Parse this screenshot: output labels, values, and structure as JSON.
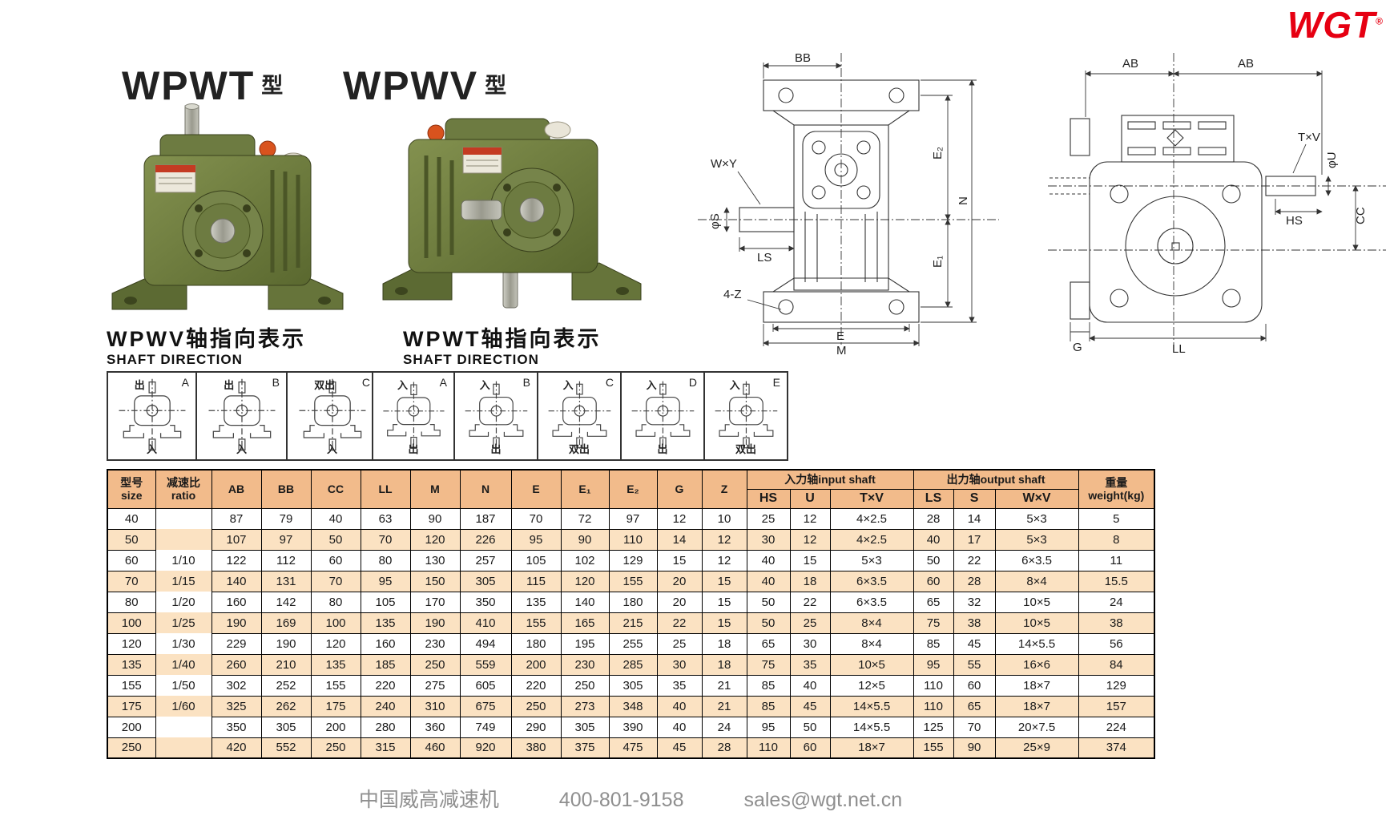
{
  "brand": {
    "logo_text": "WGT",
    "registered_mark": "®"
  },
  "titles": {
    "left_model": "WPWT",
    "left_suffix": "型",
    "right_model": "WPWV",
    "right_suffix": "型"
  },
  "shaft_direction_sections": [
    {
      "title_cn": "WPWV轴指向表示",
      "title_en": "SHAFT DIRECTION",
      "cells": [
        {
          "letter": "A",
          "top": "出",
          "bottom": "入"
        },
        {
          "letter": "B",
          "top": "出",
          "bottom": "入"
        },
        {
          "letter": "C",
          "top": "双出",
          "bottom": "入"
        }
      ]
    },
    {
      "title_cn": "WPWT轴指向表示",
      "title_en": "SHAFT DIRECTION",
      "cells": [
        {
          "letter": "A",
          "top": "入",
          "bottom": "出"
        },
        {
          "letter": "B",
          "top": "入",
          "bottom": "出"
        },
        {
          "letter": "C",
          "top": "入",
          "bottom": "双出"
        },
        {
          "letter": "D",
          "top": "入",
          "bottom": "出"
        },
        {
          "letter": "E",
          "top": "入",
          "bottom": "双出"
        }
      ]
    }
  ],
  "drawings": {
    "labels": {
      "bb": "BB",
      "e2": "E₂",
      "n": "N",
      "e1": "E₁",
      "wxy": "W×Y",
      "phi_s": "φS",
      "ls": "LS",
      "four_z": "4-Z",
      "e": "E",
      "m": "M",
      "ab": "AB",
      "txv": "T×V",
      "phi_u": "φU",
      "hs": "HS",
      "cc": "CC",
      "g": "G",
      "ll": "LL"
    }
  },
  "table": {
    "header": {
      "col_size_cn": "型号",
      "col_size_en": "size",
      "col_ratio_cn": "减速比",
      "col_ratio_en": "ratio",
      "dims": [
        "AB",
        "BB",
        "CC",
        "LL",
        "M",
        "N",
        "E",
        "E₁",
        "E₂",
        "G",
        "Z"
      ],
      "input_shaft_group": "入力轴input shaft",
      "output_shaft_group": "出力轴output shaft",
      "input_cols": [
        "HS",
        "U",
        "T×V"
      ],
      "output_cols": [
        "LS",
        "S",
        "W×V"
      ],
      "weight_cn": "重量",
      "weight_en": "weight(kg)"
    },
    "rows": [
      {
        "size": "40",
        "ratio": "",
        "values": [
          "87",
          "79",
          "40",
          "63",
          "90",
          "187",
          "70",
          "72",
          "97",
          "12",
          "10",
          "25",
          "12",
          "4×2.5",
          "28",
          "14",
          "5×3",
          "5"
        ]
      },
      {
        "size": "50",
        "ratio": "",
        "values": [
          "107",
          "97",
          "50",
          "70",
          "120",
          "226",
          "95",
          "90",
          "110",
          "14",
          "12",
          "30",
          "12",
          "4×2.5",
          "40",
          "17",
          "5×3",
          "8"
        ]
      },
      {
        "size": "60",
        "ratio": "1/10",
        "values": [
          "122",
          "112",
          "60",
          "80",
          "130",
          "257",
          "105",
          "102",
          "129",
          "15",
          "12",
          "40",
          "15",
          "5×3",
          "50",
          "22",
          "6×3.5",
          "11"
        ]
      },
      {
        "size": "70",
        "ratio": "1/15",
        "values": [
          "140",
          "131",
          "70",
          "95",
          "150",
          "305",
          "115",
          "120",
          "155",
          "20",
          "15",
          "40",
          "18",
          "6×3.5",
          "60",
          "28",
          "8×4",
          "15.5"
        ]
      },
      {
        "size": "80",
        "ratio": "1/20",
        "values": [
          "160",
          "142",
          "80",
          "105",
          "170",
          "350",
          "135",
          "140",
          "180",
          "20",
          "15",
          "50",
          "22",
          "6×3.5",
          "65",
          "32",
          "10×5",
          "24"
        ]
      },
      {
        "size": "100",
        "ratio": "1/25",
        "values": [
          "190",
          "169",
          "100",
          "135",
          "190",
          "410",
          "155",
          "165",
          "215",
          "22",
          "15",
          "50",
          "25",
          "8×4",
          "75",
          "38",
          "10×5",
          "38"
        ]
      },
      {
        "size": "120",
        "ratio": "1/30",
        "values": [
          "229",
          "190",
          "120",
          "160",
          "230",
          "494",
          "180",
          "195",
          "255",
          "25",
          "18",
          "65",
          "30",
          "8×4",
          "85",
          "45",
          "14×5.5",
          "56"
        ]
      },
      {
        "size": "135",
        "ratio": "1/40",
        "values": [
          "260",
          "210",
          "135",
          "185",
          "250",
          "559",
          "200",
          "230",
          "285",
          "30",
          "18",
          "75",
          "35",
          "10×5",
          "95",
          "55",
          "16×6",
          "84"
        ]
      },
      {
        "size": "155",
        "ratio": "1/50",
        "values": [
          "302",
          "252",
          "155",
          "220",
          "275",
          "605",
          "220",
          "250",
          "305",
          "35",
          "21",
          "85",
          "40",
          "12×5",
          "110",
          "60",
          "18×7",
          "129"
        ]
      },
      {
        "size": "175",
        "ratio": "1/60",
        "values": [
          "325",
          "262",
          "175",
          "240",
          "310",
          "675",
          "250",
          "273",
          "348",
          "40",
          "21",
          "85",
          "45",
          "14×5.5",
          "110",
          "65",
          "18×7",
          "157"
        ]
      },
      {
        "size": "200",
        "ratio": "",
        "values": [
          "350",
          "305",
          "200",
          "280",
          "360",
          "749",
          "290",
          "305",
          "390",
          "40",
          "24",
          "95",
          "50",
          "14×5.5",
          "125",
          "70",
          "20×7.5",
          "224"
        ]
      },
      {
        "size": "250",
        "ratio": "",
        "values": [
          "420",
          "552",
          "250",
          "315",
          "460",
          "920",
          "380",
          "375",
          "475",
          "45",
          "28",
          "110",
          "60",
          "18×7",
          "155",
          "90",
          "25×9",
          "374"
        ]
      }
    ]
  },
  "footer": {
    "company": "中国威高减速机",
    "phone": "400-801-9158",
    "email": "sales@wgt.net.cn"
  },
  "colors": {
    "header_bg": "#F2BB8B",
    "stripe_bg": "#FBE2C2",
    "logo_red": "#E60012"
  }
}
